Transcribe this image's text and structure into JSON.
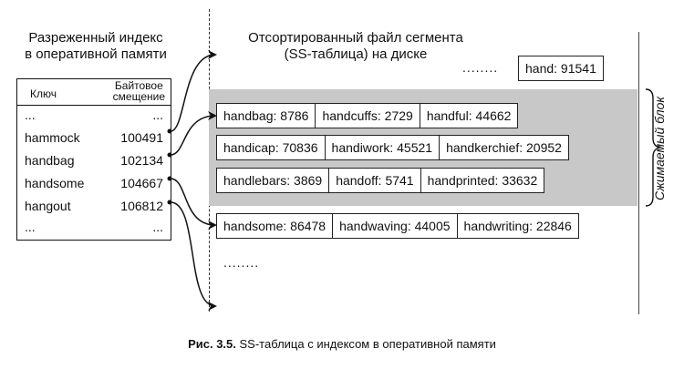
{
  "index": {
    "title_line1": "Разреженный индекс",
    "title_line2": "в оперативной памяти",
    "header_key": "Ключ",
    "header_offset_line1": "Байтовое",
    "header_offset_line2": "смещение",
    "rows": [
      {
        "key": "...",
        "offset": "..."
      },
      {
        "key": "hammock",
        "offset": "100491"
      },
      {
        "key": "handbag",
        "offset": "102134"
      },
      {
        "key": "handsome",
        "offset": "104667"
      },
      {
        "key": "hangout",
        "offset": "106812"
      },
      {
        "key": "...",
        "offset": "..."
      }
    ]
  },
  "segment": {
    "title_line1": "Отсортированный файл сегмента",
    "title_line2": "(SS-таблица) на диске",
    "top_ellipsis": "........",
    "top_record": "hand: 91541",
    "block_rows": [
      [
        "handbag: 8786",
        "handcuffs: 2729",
        "handful: 44662"
      ],
      [
        "handicap: 70836",
        "handiwork: 45521",
        "handkerchief: 20952"
      ],
      [
        "handlebars: 3869",
        "handoff: 5741",
        "handprinted: 33632"
      ]
    ],
    "next_row": [
      "handsome: 86478",
      "handwaving: 44005",
      "handwriting: 22846"
    ],
    "bottom_ellipsis": "........"
  },
  "compressed_block_label": "Сжимаемый блок",
  "caption": {
    "figure": "Рис. 3.5.",
    "text": "SS-таблица с индексом в оперативной памяти"
  }
}
